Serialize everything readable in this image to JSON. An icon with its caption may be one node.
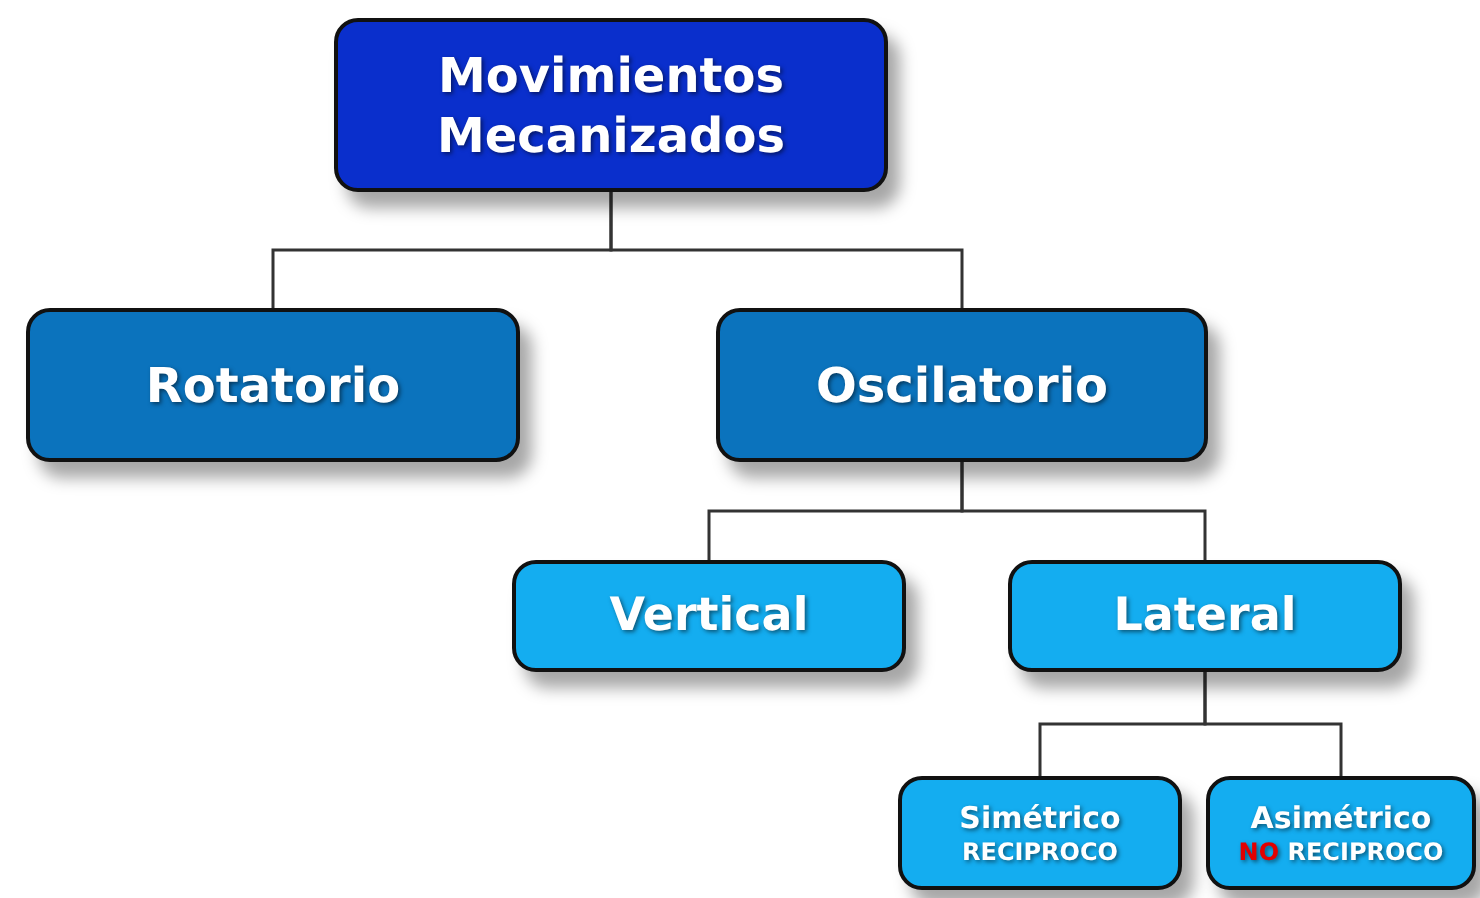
{
  "diagram": {
    "nodes": [
      {
        "text": [
          "Movimientos Mecanizados"
        ]
      },
      {
        "text": [
          "Rotatorio"
        ]
      },
      {
        "text": [
          "Oscilatorio"
        ]
      },
      {
        "text": [
          "Vertical"
        ]
      },
      {
        "text": [
          "Lateral"
        ]
      },
      {
        "text": [
          "Simétrico",
          "RECIPROCO"
        ]
      },
      {
        "text": [
          "Asimétrico",
          "NO",
          "RECIPROCO"
        ]
      }
    ],
    "edges": [
      {
        "from": 0,
        "to": 1,
        "arrow": "none"
      },
      {
        "from": 0,
        "to": 2,
        "arrow": "none"
      },
      {
        "from": 2,
        "to": 3,
        "arrow": "none"
      },
      {
        "from": 2,
        "to": 4,
        "arrow": "none"
      },
      {
        "from": 4,
        "to": 5,
        "arrow": "none"
      },
      {
        "from": 4,
        "to": 6,
        "arrow": "none"
      }
    ]
  }
}
